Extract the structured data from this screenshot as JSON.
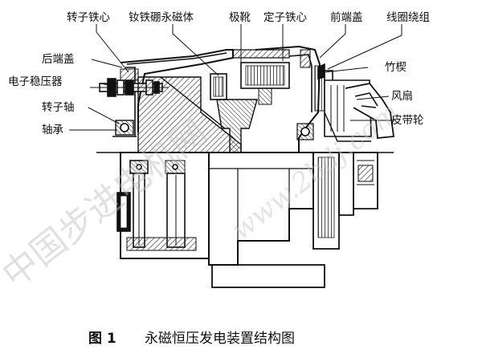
{
  "labels": {
    "rotor_core": "转子铁心",
    "ndfeb_magnet": "钕铁硼永磁体",
    "pole_shoe": "极靴",
    "stator_core": "定子铁心",
    "front_cover": "前端盖",
    "coil_winding": "线圈绕组",
    "rear_cover": "后端盖",
    "voltage_regulator": "电子稳压器",
    "rotor_shaft": "转子轴",
    "bearing": "轴承",
    "bamboo_key": "竹楔",
    "fan": "风扇",
    "pulley": "皮带轮"
  },
  "caption": {
    "number": "图 1",
    "title": "永磁恒压发电装置结构图"
  },
  "watermark": {
    "text": "中国步进电机网",
    "url": "www.2bdj.com"
  },
  "colors": {
    "ink": "#111111",
    "hatch": "#222222",
    "watermark": "#bdbdbd"
  }
}
